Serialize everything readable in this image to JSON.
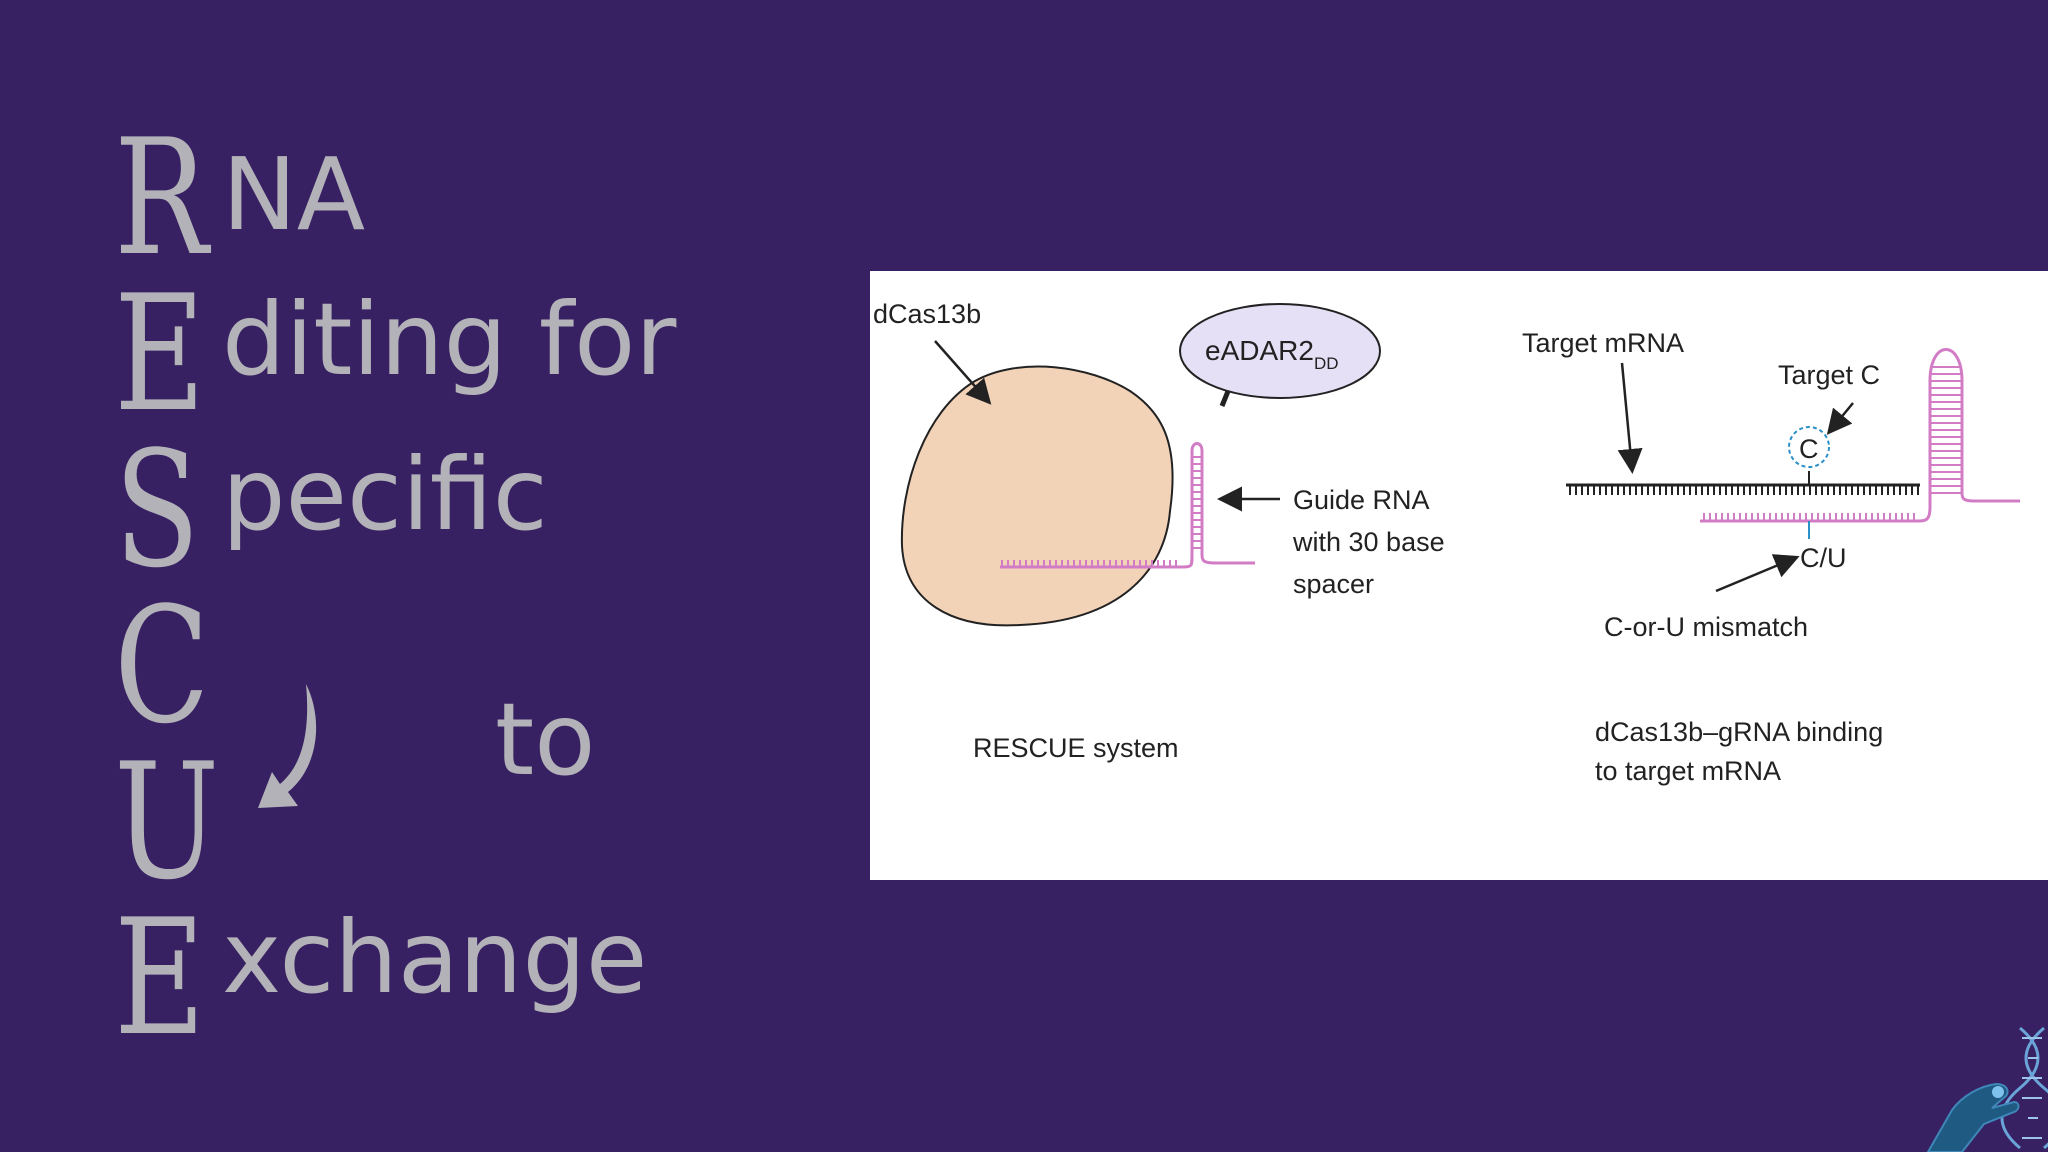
{
  "acrostic": {
    "lines": [
      {
        "letter": "R",
        "rest": "NA"
      },
      {
        "letter": "E",
        "rest": "diting for"
      },
      {
        "letter": "S",
        "rest": "pecific"
      },
      {
        "letter": "C",
        "rest": "to"
      },
      {
        "letter": "U",
        "rest": ""
      },
      {
        "letter": "E",
        "rest": "xchange"
      }
    ]
  },
  "diagram": {
    "left_panel": {
      "protein_label": "dCas13b",
      "enzyme_label": "eADAR2",
      "enzyme_subscript": "DD",
      "guide_label_line1": "Guide RNA",
      "guide_label_line2": "with 30 base",
      "guide_label_line3": "spacer",
      "caption": "RESCUE system"
    },
    "right_panel": {
      "target_mrna_label": "Target mRNA",
      "target_c_label": "Target C",
      "target_c_letter": "C",
      "cu_label": "C/U",
      "mismatch_label": "C-or-U mismatch",
      "caption_line1": "dCas13b–gRNA binding",
      "caption_line2": "to target mRNA"
    }
  },
  "colors": {
    "background": "#372162",
    "text": "#b3b2b8",
    "protein_fill": "#f3d3b8",
    "enzyme_fill": "#e6e0f6",
    "guide_rna": "#d27cc6",
    "target_c_ring": "#2b90c8"
  }
}
